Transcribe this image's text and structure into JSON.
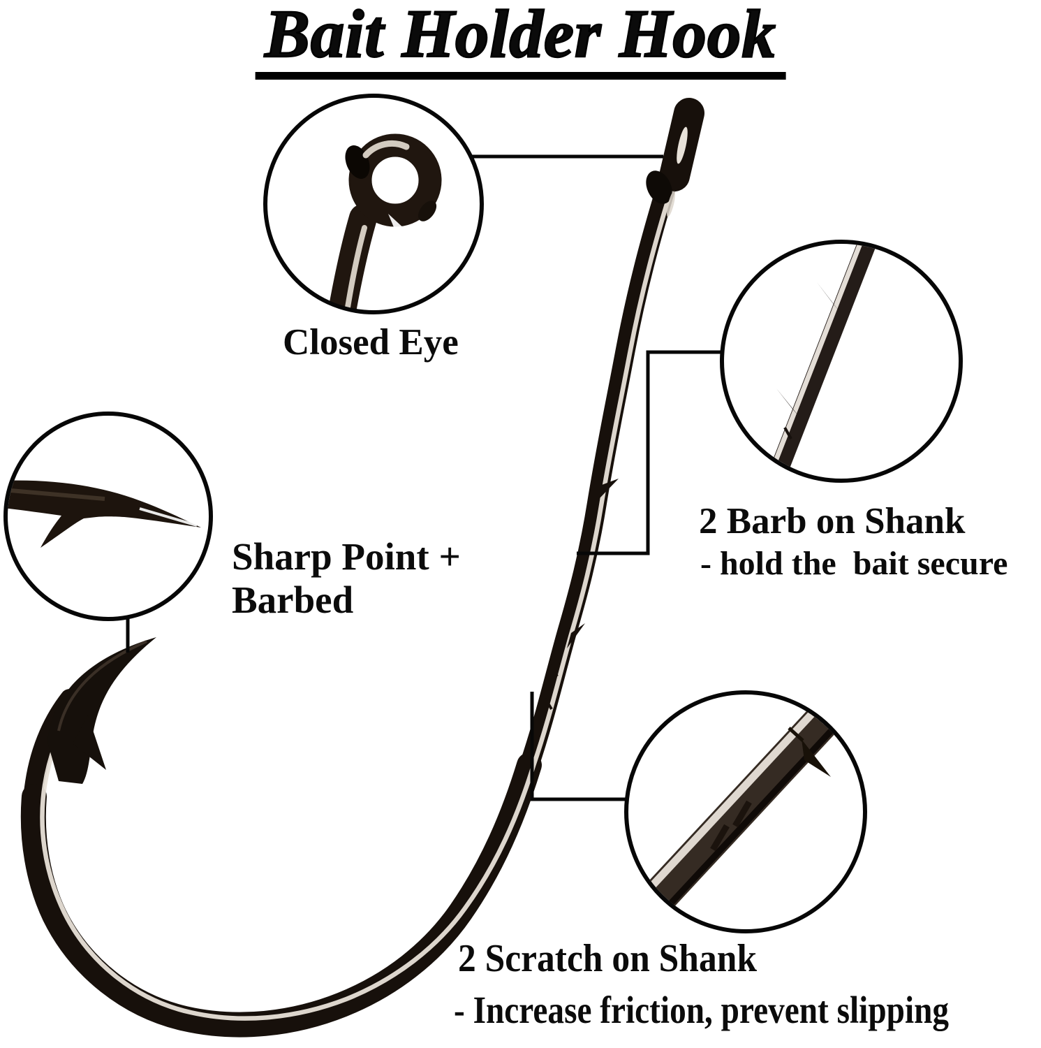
{
  "title": "Bait Holder Hook",
  "callouts": {
    "closed_eye": {
      "label": "Closed Eye"
    },
    "sharp_point": {
      "label_line1": "Sharp Point +",
      "label_line2": "Barbed"
    },
    "barb_on_shank": {
      "label": "2 Barb on Shank",
      "description": "- hold the  bait secure"
    },
    "scratch_on_shank": {
      "label": "2 Scratch on Shank",
      "description": "- Increase friction, prevent slipping"
    }
  },
  "colors": {
    "background": "#ffffff",
    "text": "#000000",
    "hook_dark": "#17100b",
    "hook_highlight": "#e8e1d8",
    "callout_outline": "#070707"
  }
}
